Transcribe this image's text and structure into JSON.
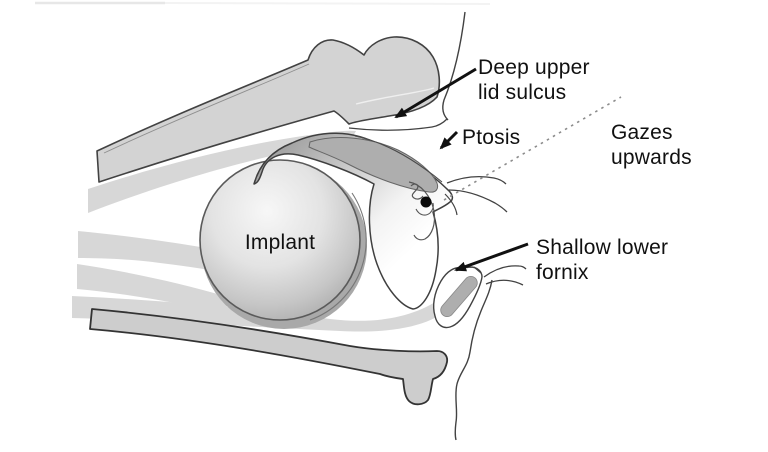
{
  "diagram": {
    "type": "anatomical-illustration",
    "subject": "eye socket sagittal section with orbital implant",
    "labels": {
      "deep_upper_lid_sulcus": "Deep upper\nlid sulcus",
      "ptosis": "Ptosis",
      "gazes_upwards": "Gazes\nupwards",
      "implant": "Implant",
      "shallow_lower_fornix": "Shallow lower\nfornix"
    },
    "colors": {
      "bone_fill": "#d3d3d3",
      "muscle_fill": "#d7d7d7",
      "floor_fill": "#cdcdcd",
      "tarsal_fill": "#aeaeae",
      "outline": "#3f3f3f",
      "text": "#111111",
      "dotted_line": "#8c8c8c",
      "pupil": "#0a0a0a",
      "background": "#ffffff"
    }
  }
}
